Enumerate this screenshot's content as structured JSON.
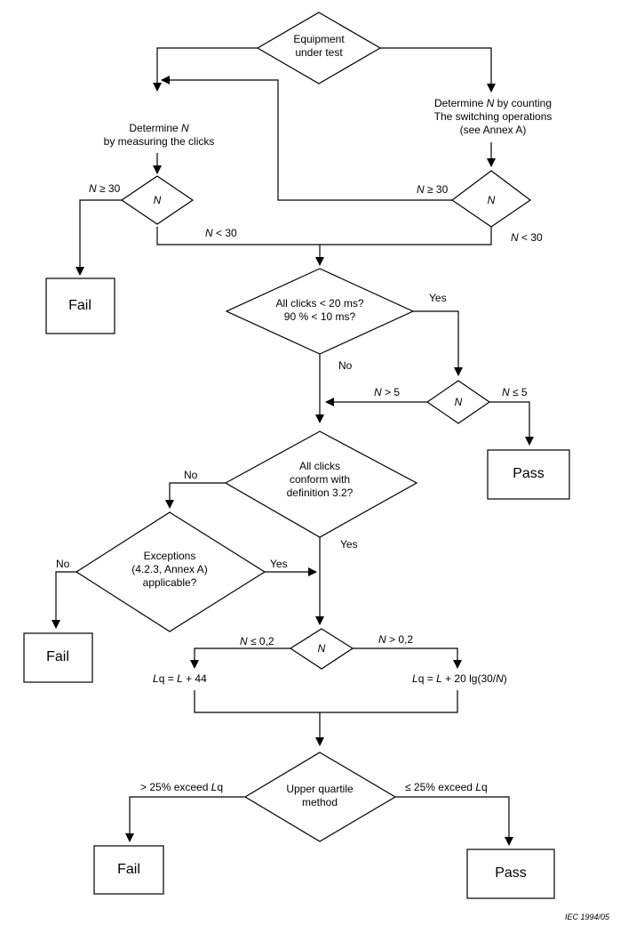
{
  "start": {
    "line1": "Equipment",
    "line2": "under test"
  },
  "measure": {
    "line1_pre": "Determine ",
    "line1_var": "N",
    "line2": "by measuring the clicks"
  },
  "count": {
    "line1_pre": "Determine ",
    "line1_var": "N",
    "line1_post": " by counting",
    "line2": "The switching operations",
    "line3": "(see Annex A)"
  },
  "vars": {
    "n": "N",
    "l": "L",
    "lq_base": "L",
    "lq_suffix": "q"
  },
  "left_n": {
    "ge30_post": " ≥ 30",
    "lt30_post": " < 30"
  },
  "right_n": {
    "ge30_post": " ≥ 30",
    "lt30_post": " < 30"
  },
  "fail_label": "Fail",
  "pass_label": "Pass",
  "clicks_short": {
    "line1": "All clicks < 20 ms?",
    "line2": "90 % < 10 ms?",
    "yes": "Yes",
    "no": "No"
  },
  "n_count": {
    "gt5_post": " > 5",
    "le5_post": " ≤ 5"
  },
  "conform": {
    "line1": "All clicks",
    "line2": "conform with",
    "line3": "definition 3.2?",
    "yes": "Yes",
    "no": "No"
  },
  "exceptions": {
    "line1": "Exceptions",
    "line2": "(4.2.3, Annex A)",
    "line3": "applicable?",
    "yes": "Yes",
    "no": "No"
  },
  "n_ratio": {
    "le_post": " ≤ 0,2",
    "gt_post": " > 0,2"
  },
  "formula_left": {
    "post": " + 44"
  },
  "formula_right": {
    "post": " + 20 lg(30/",
    "close": ")"
  },
  "quartile": {
    "line1": "Upper quartile",
    "line2": "method",
    "left_pre": "> 25% exceed ",
    "right_pre": "≤ 25% exceed "
  },
  "footer": "IEC   1994/05"
}
